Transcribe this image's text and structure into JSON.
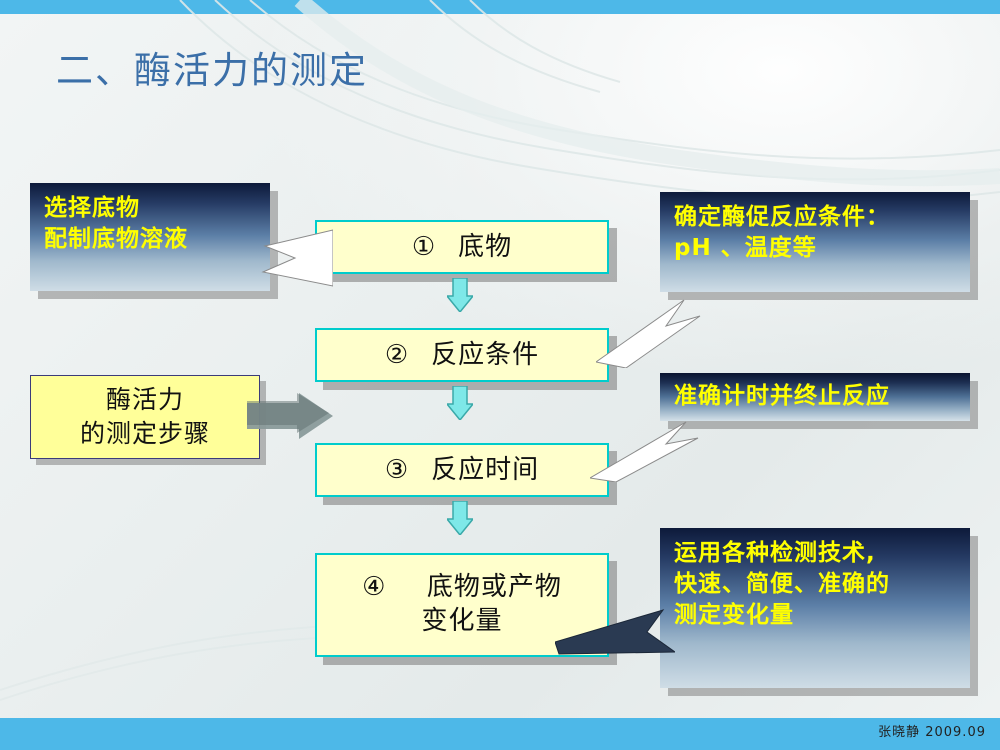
{
  "slide": {
    "title": "二、酶活力的测定",
    "background_color": "#4db8e8",
    "accent_box_color": "#ffffcc",
    "accent_border_color": "#00cccc",
    "callout_text_color": "#ffff00",
    "title_color": "#3b6fa8",
    "footer": "张晓静  2009.09"
  },
  "diagram": {
    "left_label": {
      "line1": "酶活力",
      "line2": "的测定步骤"
    },
    "steps": [
      {
        "marker": "①",
        "label": "底物"
      },
      {
        "marker": "②",
        "label": "反应条件"
      },
      {
        "marker": "③",
        "label": "反应时间"
      },
      {
        "marker": "④",
        "label_line1": "底物或产物",
        "label_line2": "变化量"
      }
    ],
    "callouts": [
      {
        "id": "callout-substrate",
        "lines": [
          "选择底物",
          "配制底物溶液"
        ]
      },
      {
        "id": "callout-conditions",
        "lines": [
          "确定酶促反应条件：",
          "pH 、温度等"
        ]
      },
      {
        "id": "callout-timing",
        "lines": [
          "准确计时并终止反应"
        ]
      },
      {
        "id": "callout-measure",
        "lines": [
          "运用各种检测技术,",
          "快速、简便、准确的",
          "测定变化量"
        ]
      }
    ]
  }
}
